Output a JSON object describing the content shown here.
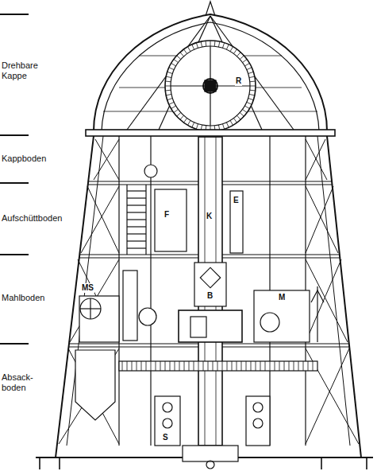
{
  "diagram": {
    "labels": [
      "Drehbare Kappe",
      "Kappboden",
      "Aufschüttboden",
      "Mahlboden",
      "Absack- boden",
      "R",
      "F",
      "K",
      "E",
      "B",
      "MS",
      "M",
      "S"
    ]
  }
}
